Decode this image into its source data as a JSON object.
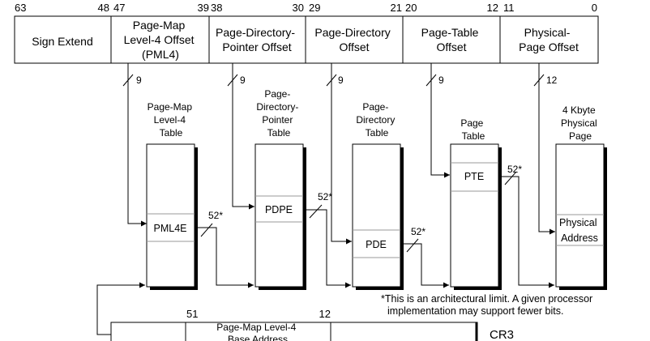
{
  "bit_positions": {
    "b63": "63",
    "b48": "48",
    "b47": "47",
    "b39": "39",
    "b38": "38",
    "b30": "30",
    "b29": "29",
    "b21": "21",
    "b20": "20",
    "b12": "12",
    "b11": "11",
    "b0": "0"
  },
  "fields": {
    "sign_extend": [
      "Sign Extend"
    ],
    "pml4_offset": [
      "Page-Map",
      "Level-4 Offset",
      "(PML4)"
    ],
    "pdp_offset": [
      "Page-Directory-",
      "Pointer Offset"
    ],
    "pd_offset": [
      "Page-Directory",
      "Offset"
    ],
    "pt_offset": [
      "Page-Table",
      "Offset"
    ],
    "page_offset": [
      "Physical-",
      "Page Offset"
    ]
  },
  "widths": {
    "pml4": "9",
    "pdp": "9",
    "pd": "9",
    "pt": "9",
    "page": "12",
    "addr1": "52*",
    "addr2": "52*",
    "addr3": "52*",
    "addr4": "52*"
  },
  "tables": {
    "pml4": [
      "Page-Map",
      "Level-4",
      "Table"
    ],
    "pdp": [
      "Page-",
      "Directory-",
      "Pointer",
      "Table"
    ],
    "pd": [
      "Page-",
      "Directory",
      "Table"
    ],
    "pt": [
      "Page",
      "Table"
    ],
    "page": [
      "4 Kbyte",
      "Physical",
      "Page"
    ]
  },
  "entries": {
    "pml4e": [
      "PML4E"
    ],
    "pdpe": [
      "PDPE"
    ],
    "pde": [
      "PDE"
    ],
    "pte": [
      "PTE"
    ],
    "physical_address": [
      "Physical",
      "Address"
    ]
  },
  "footnote": [
    "*This is an architectural limit. A given processor",
    "implementation may support fewer bits."
  ],
  "cr3": {
    "bit_high": "51",
    "bit_low": "12",
    "field": [
      "Page-Map Level-4",
      "Base Address"
    ],
    "name": "CR3"
  }
}
